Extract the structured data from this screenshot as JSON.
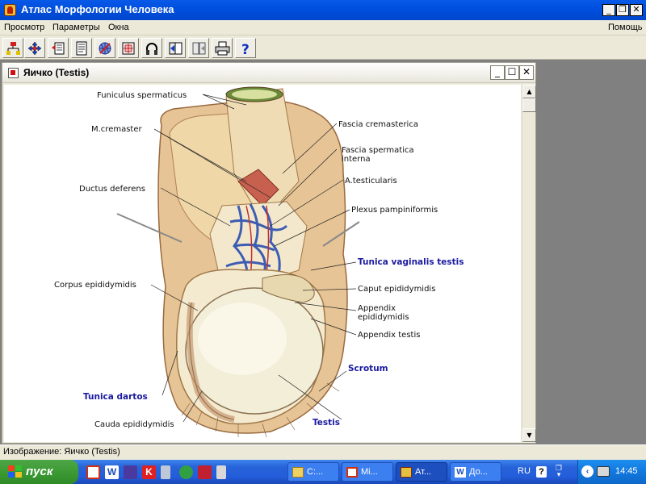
{
  "app": {
    "title": "Атлас Морфологии Человека",
    "minimize": "_",
    "restore": "❐",
    "close": "✕"
  },
  "menu": {
    "items": [
      "Просмотр",
      "Параметры",
      "Окна"
    ],
    "help": "Помощь"
  },
  "toolbar": {
    "icons": [
      "tree-icon",
      "move-icon",
      "print-preview-icon",
      "document-icon",
      "globe-icon",
      "zoom-fit-icon",
      "headphones-icon",
      "back-page-icon",
      "split-page-icon",
      "printer-icon",
      "help-icon"
    ]
  },
  "child": {
    "title": "Яичко (Testis)",
    "minimize": "_",
    "maximize": "☐",
    "close": "✕",
    "scroll_up": "▲",
    "scroll_down": "▼"
  },
  "illustration": {
    "labels": [
      "Funiculus spermaticus",
      "M.cremaster",
      "Fascia cremasterica",
      "Fascia spermatica",
      "interna",
      "A.testicularis",
      "Ductus deferens",
      "Plexus pampiniformis",
      "Tunica vaginalis testis",
      "Corpus epididymidis",
      "Caput epididymidis",
      "Appendix",
      "epididymidis",
      "Appendix testis",
      "Scrotum",
      "Tunica dartos",
      "Testis",
      "Cauda epididymidis"
    ]
  },
  "status": {
    "text": "Изображение: Яичко (Testis)"
  },
  "taskbar": {
    "start": "пуск",
    "quick_launch": [
      "office-icon",
      "word-icon",
      "save-icon",
      "antivirus-icon",
      "phone-icon",
      "media-player-icon",
      "game-icon",
      "calculator-icon"
    ],
    "tasks": [
      {
        "label": "C:...",
        "icon": "folder-icon"
      },
      {
        "label": "Mi...",
        "icon": "office-icon"
      },
      {
        "label": "Ат...",
        "icon": "atlas-icon"
      },
      {
        "label": "До...",
        "icon": "word-icon"
      }
    ],
    "lang": "RU",
    "clock": "14:45"
  }
}
